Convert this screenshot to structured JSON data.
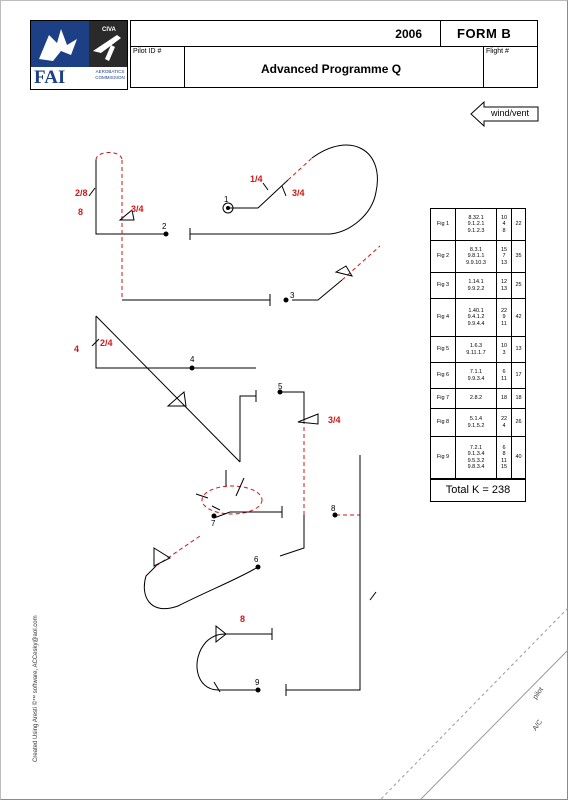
{
  "header": {
    "year": "2006",
    "form": "FORM  B",
    "pilot_id_label": "Pilot ID #",
    "flight_label": "Flight #",
    "programme": "Advanced  Programme Q"
  },
  "logo": {
    "org": "FAI",
    "civa": "CIVA",
    "commission": "AEROBATICS COMMISSION"
  },
  "wind": "wind/vent",
  "k_table": [
    {
      "fig": "Fig 1",
      "codes": [
        "8.32.1",
        "9.1.2.1",
        "9.1.2.3"
      ],
      "k": [
        "10",
        "4",
        "8"
      ],
      "total": "22"
    },
    {
      "fig": "Fig 2",
      "codes": [
        "8.3.1",
        "9.8.1.1",
        "9.9.10.3"
      ],
      "k": [
        "15",
        "7",
        "13"
      ],
      "total": "35"
    },
    {
      "fig": "Fig 3",
      "codes": [
        "1.14.1",
        "9.9.2.2"
      ],
      "k": [
        "12",
        "13"
      ],
      "total": "25"
    },
    {
      "fig": "Fig 4",
      "codes": [
        "1.40.1",
        "9.4.1.2",
        "9.9.4.4"
      ],
      "k": [
        "22",
        "9",
        "11"
      ],
      "total": "42"
    },
    {
      "fig": "Fig 5",
      "codes": [
        "1.6.3",
        "9.11.1.7"
      ],
      "k": [
        "10",
        "3"
      ],
      "total": "13"
    },
    {
      "fig": "Fig 6",
      "codes": [
        "7.1.1",
        "9.9.3.4"
      ],
      "k": [
        "6",
        "11"
      ],
      "total": "17"
    },
    {
      "fig": "Fig 7",
      "codes": [
        "2.8.2"
      ],
      "k": [
        "18"
      ],
      "total": "18"
    },
    {
      "fig": "Fig 8",
      "codes": [
        "5.1.4",
        "9.1.5.2"
      ],
      "k": [
        "22",
        "4"
      ],
      "total": "26"
    },
    {
      "fig": "Fig 9",
      "codes": [
        "7.2.1",
        "9.1.3.4",
        "9.5.3.2",
        "9.8.3.4"
      ],
      "k": [
        "6",
        "8",
        "11",
        "15"
      ],
      "total": "40"
    }
  ],
  "total_k": "Total K = 238",
  "credit": "Created Using Aresti ©™ software, ACCesky@aol.com",
  "pilot_label": "pilot",
  "ac_label": "A/C",
  "figure_numbers": [
    "1",
    "2",
    "3",
    "4",
    "5",
    "6",
    "7",
    "8",
    "9"
  ],
  "roll_labels": {
    "fig1_a": "1/4",
    "fig1_b": "3/4",
    "fig2_a": "2/8",
    "fig2_b": "8",
    "fig2_c": "3/4",
    "fig4_a": "4",
    "fig4_b": "2/4",
    "fig5_a": "3/4",
    "fig9_a": "8"
  }
}
